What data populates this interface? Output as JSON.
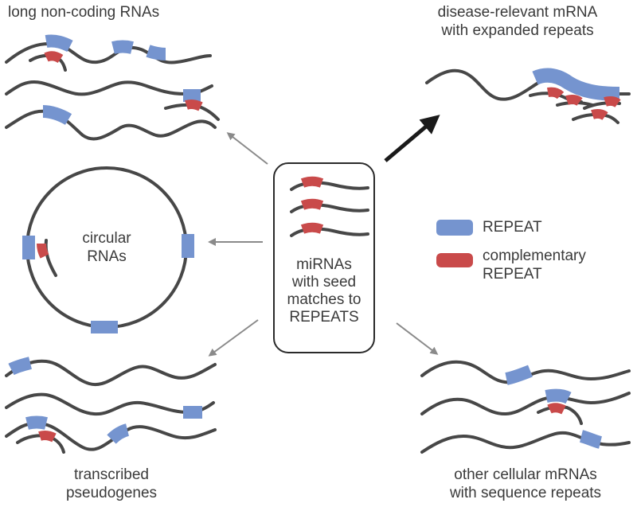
{
  "groups": {
    "lncrna": {
      "title": "long non-coding RNAs"
    },
    "disease": {
      "title_line1": "disease-relevant mRNA",
      "title_line2": "with expanded repeats"
    },
    "circular": {
      "title_line1": "circular",
      "title_line2": "RNAs"
    },
    "pseudogenes": {
      "title_line1": "transcribed",
      "title_line2": "pseudogenes"
    },
    "other": {
      "title_line1": "other cellular mRNAs",
      "title_line2": "with sequence repeats"
    }
  },
  "center_box": {
    "line1": "miRNAs",
    "line2": "with seed",
    "line3": "matches to",
    "line4": "REPEATS"
  },
  "legend": {
    "repeat": {
      "label": "REPEAT",
      "color": "#7594cf"
    },
    "complementary": {
      "label_line1": "complementary",
      "label_line2": "REPEAT",
      "color": "#c94a4a"
    }
  },
  "colors": {
    "strand": "#474747",
    "arrow_minor": "#8a8a8a",
    "arrow_major": "#1a1a1a"
  }
}
